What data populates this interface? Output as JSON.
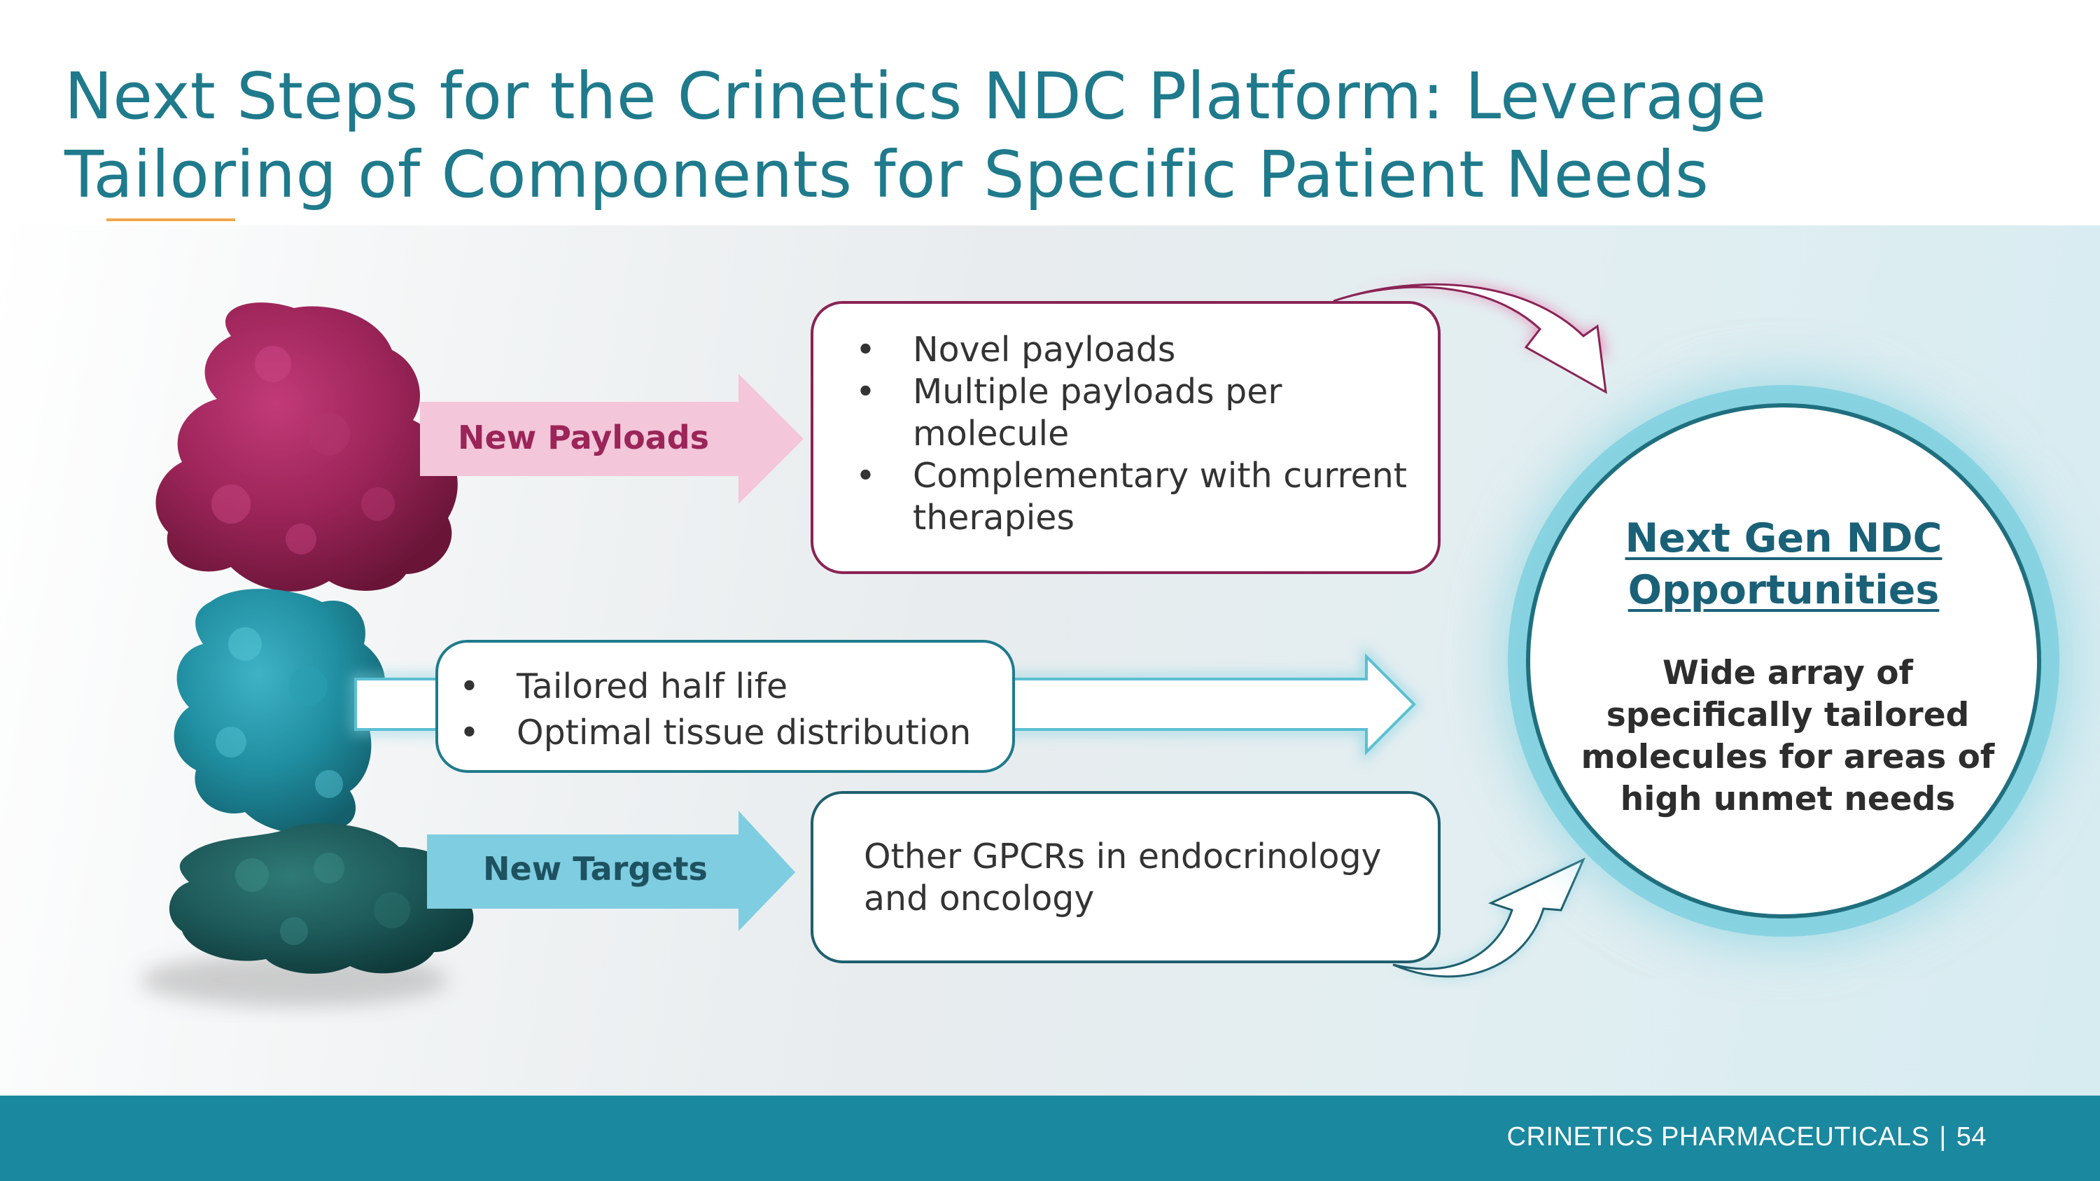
{
  "slide": {
    "title_lines": [
      "Next Steps for the Crinetics NDC Platform: Leverage",
      "Tailoring of Components for Specific Patient Needs"
    ]
  },
  "colors": {
    "title": "#1f7a8c",
    "accent_underline": "#f0a84a",
    "payload_magenta": "#9b2458",
    "teal": "#1f8ea0",
    "dark_teal": "#1e5a5a",
    "footer_bar": "#1a889e",
    "glow": "#78cdde"
  },
  "icons": [
    "molecule-stack-illustration",
    "curved-arrow-icon",
    "block-arrow-icon"
  ],
  "payloads": {
    "label": "New Payloads",
    "bullets": [
      "Novel payloads",
      "Multiple payloads per molecule",
      "Complementary with current therapies"
    ]
  },
  "half_life": {
    "bullets": [
      "Tailored half life",
      "Optimal tissue distribution"
    ]
  },
  "targets": {
    "label": "New Targets",
    "text": "Other GPCRs in endocrinology and oncology"
  },
  "outcome": {
    "title_line1": "Next Gen NDC",
    "title_line2": "Opportunities",
    "body": "Wide array of specifically tailored molecules for areas of high unmet needs"
  },
  "footer": {
    "company": "CRINETICS PHARMACEUTICALS",
    "separator": "|",
    "page": "54"
  }
}
